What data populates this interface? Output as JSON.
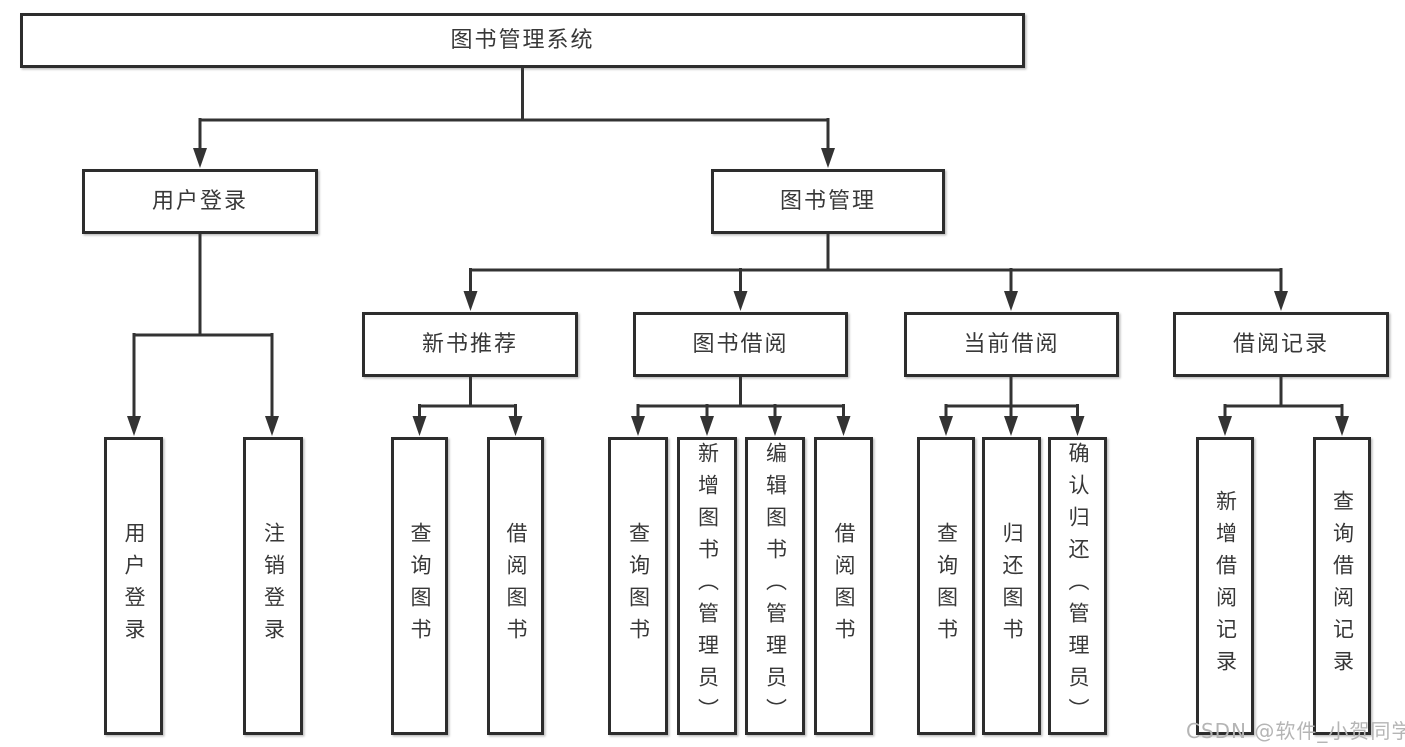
{
  "diagram": {
    "title": "图书管理系统",
    "kind": "functional-structure-tree"
  },
  "nodes": {
    "root": "图书管理系统",
    "user_login": "用户登录",
    "book_mgmt": "图书管理",
    "new_book_rec": "新书推荐",
    "book_borrow": "图书借阅",
    "current_borrow": "当前借阅",
    "borrow_records": "借阅记录",
    "user_login_leaf": "用户登录",
    "logout_leaf": "注销登录",
    "query_book_rec": "查询图书",
    "borrow_book_rec": "借阅图书",
    "query_book_borrow": "查询图书",
    "add_book_admin": "新增图书（管理员）",
    "edit_book_admin": "编辑图书（管理员）",
    "borrow_book_borrow": "借阅图书",
    "query_book_current": "查询图书",
    "return_book": "归还图书",
    "confirm_return_admin": "确认归还（管理员）",
    "add_borrow_record": "新增借阅记录",
    "query_borrow_record": "查询借阅记录"
  },
  "hierarchy": {
    "图书管理系统": {
      "用户登录": [
        "用户登录",
        "注销登录"
      ],
      "图书管理": {
        "新书推荐": [
          "查询图书",
          "借阅图书"
        ],
        "图书借阅": [
          "查询图书",
          "新增图书（管理员）",
          "编辑图书（管理员）",
          "借阅图书"
        ],
        "当前借阅": [
          "查询图书",
          "归还图书",
          "确认归还（管理员）"
        ],
        "借阅记录": [
          "新增借阅记录",
          "查询借阅记录"
        ]
      }
    }
  },
  "watermark": "CSDN @软件_小贺同学",
  "colors": {
    "line": "#333333",
    "box_border": "#2d2d2d",
    "text": "#383838",
    "watermark": "#b5b5b5",
    "background": "#ffffff"
  }
}
